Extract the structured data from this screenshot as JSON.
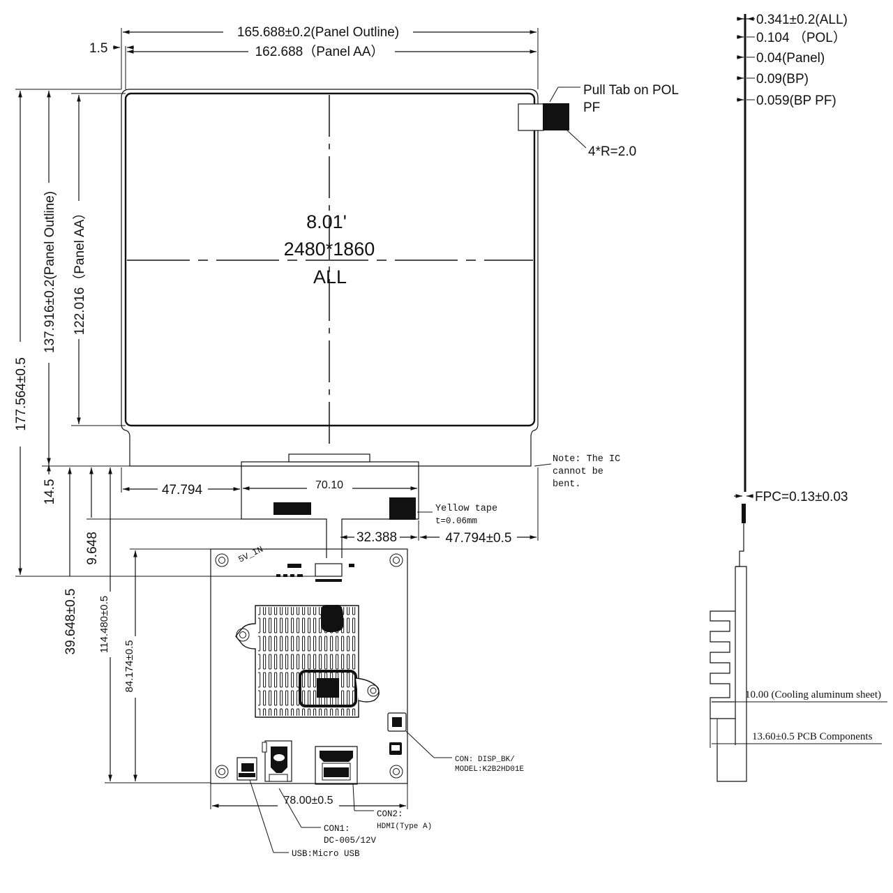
{
  "top_dims": {
    "panel_outline_w": "165.688±0.2(Panel Outline)",
    "offset_left": "1.5",
    "panel_aa_w": "162.688（Panel AA）"
  },
  "left_dims": {
    "total_h": "177.564±0.5",
    "panel_outline_h": "137.916±0.2(Panel Outline)",
    "panel_aa_h": "122.016（Panel AA）",
    "bottom_15": "14.5",
    "d_9648": "9.648",
    "d_39648": "39.648±0.5",
    "d_114480": "114.480±0.5",
    "d_84174": "84.174±0.5"
  },
  "panel": {
    "size": "8.01'",
    "resolution": "2480*1860",
    "all": "ALL"
  },
  "pull_tab": {
    "label_line1": "Pull Tab on POL",
    "label_line2": "PF",
    "radius": "4*R=2.0"
  },
  "fpc_dims": {
    "left_offset": "47.794",
    "fpc_width": "70.10",
    "d_32388": "32.388",
    "right_offset": "47.794±0.5",
    "pcb_width": "78.00±0.5"
  },
  "notes": {
    "ic_line1": "Note: The IC",
    "ic_line2": "cannot be",
    "ic_line3": "bent.",
    "yellow_tape_line1": "Yellow tape",
    "yellow_tape_line2": "t=0.06mm"
  },
  "pcb": {
    "silk_5v": "5V_IN",
    "con_disp_line1": "CON: DISP_BK/",
    "con_disp_line2": "MODEL:K2B2HD01E",
    "con2_line1": "CON2:",
    "con2_line2": "HDMI(Type A)",
    "con1_line1": "CON1:",
    "con1_line2": "DC-005/12V",
    "usb": "USB:Micro USB"
  },
  "side_view": {
    "all": "0.341±0.2(ALL)",
    "pol": "0.104 （POL）",
    "panel": "0.04(Panel)",
    "bp": "0.09(BP)",
    "bp_pf": "0.059(BP PF)",
    "fpc": "FPC=0.13±0.03",
    "cooling": "10.00 (Cooling aluminum sheet)",
    "pcb_components": "13.60±0.5 PCB Components"
  }
}
